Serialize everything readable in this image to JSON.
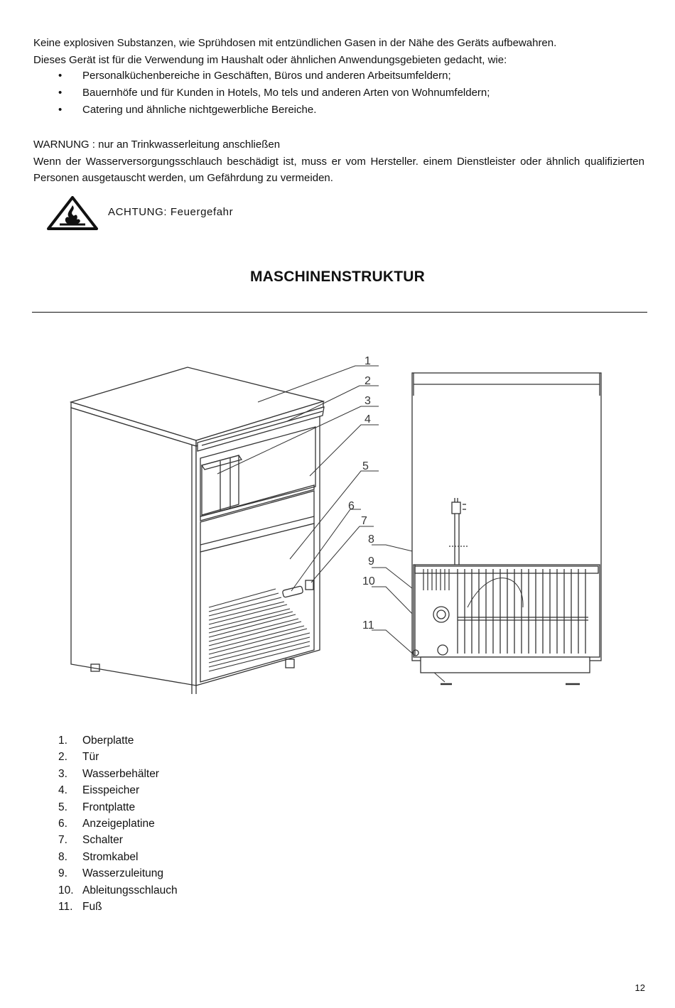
{
  "intro": {
    "line1": "Keine explosiven Substanzen, wie Sprühdosen mit entzündlichen Gasen in der Nähe des Geräts aufbewahren.",
    "line2": "Dieses Gerät ist für die Verwendung im Haushalt oder ähnlichen Anwendungsgebieten gedacht, wie:"
  },
  "bullets": [
    "Personalküchenbereiche in Geschäften, Büros und anderen Arbeitsumfeldern;",
    "Bauernhöfe und für Kunden in Hotels, Mo tels und anderen Arten von Wohnumfeldern;",
    "Catering und ähnliche nichtgewerbliche Bereiche."
  ],
  "warning": {
    "line1": "WARNUNG : nur an Trinkwasserleitung anschließen",
    "line2": "Wenn der Wasserversorgungsschlauch beschädigt ist, muss er vom Hersteller. einem Dienstleister oder ähnlich qualifizierten Personen ausgetauscht werden, um Gefährdung zu vermeiden."
  },
  "caution": {
    "icon": "fire-hazard-icon",
    "text": "ACHTUNG: Feuergefahr"
  },
  "section_title": "MASCHINENSTRUKTUR",
  "diagram": {
    "callouts": [
      "1",
      "2",
      "3",
      "4",
      "5",
      "6",
      "7",
      "8",
      "9",
      "10",
      "11"
    ]
  },
  "parts": [
    {
      "num": "1.",
      "label": "Oberplatte"
    },
    {
      "num": "2.",
      "label": "Tür"
    },
    {
      "num": "3.",
      "label": "Wasserbehälter"
    },
    {
      "num": "4.",
      "label": "Eisspeicher"
    },
    {
      "num": "5.",
      "label": "Frontplatte"
    },
    {
      "num": "6.",
      "label": "Anzeigeplatine"
    },
    {
      "num": "7.",
      "label": "Schalter"
    },
    {
      "num": "8.",
      "label": "Stromkabel"
    },
    {
      "num": "9.",
      "label": "Wasserzuleitung"
    },
    {
      "num": "10.",
      "label": "Ableitungsschlauch"
    },
    {
      "num": "11.",
      "label": "Fuß"
    }
  ],
  "page_number": "12"
}
